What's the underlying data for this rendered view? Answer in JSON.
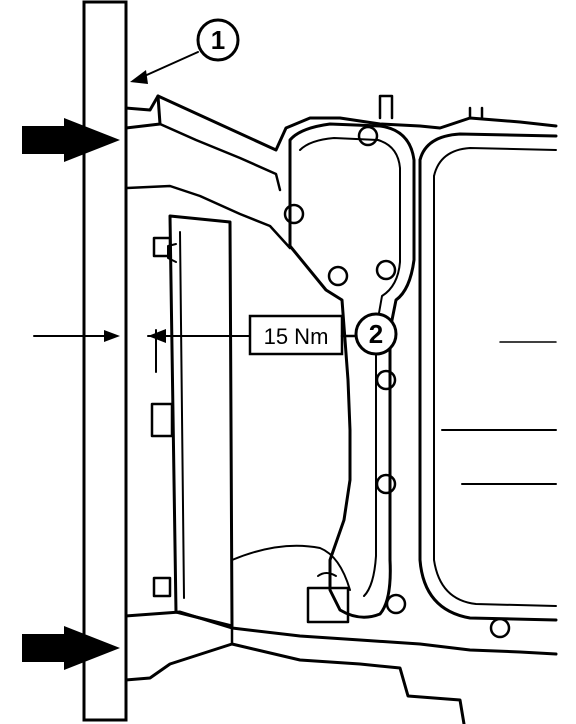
{
  "callouts": [
    {
      "id": "1",
      "label": "1"
    },
    {
      "id": "2",
      "label": "2"
    }
  ],
  "torque_label": "15 Nm",
  "colors": {
    "ink": "#000000",
    "paper": "#ffffff"
  }
}
